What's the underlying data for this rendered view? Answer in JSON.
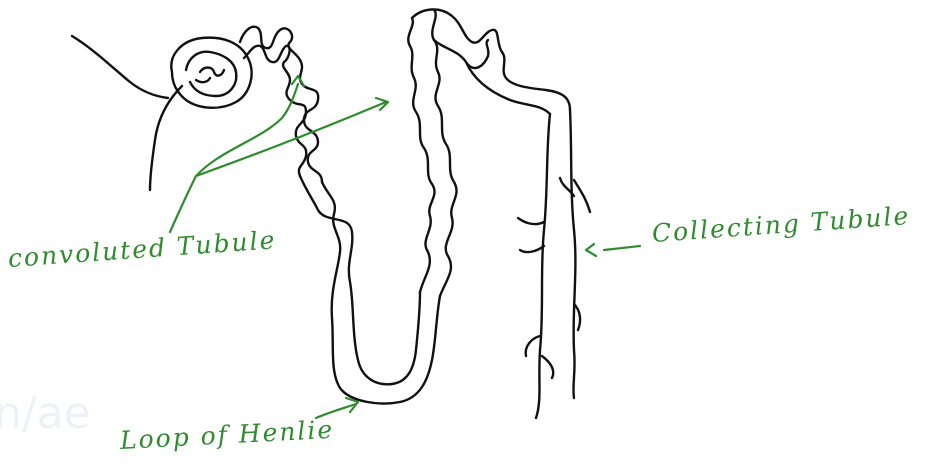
{
  "diagram": {
    "labels": {
      "convoluted_tubule": "convoluted Tubule",
      "collecting_tubule": "Collecting Tubule",
      "loop_of_henle": "Loop of Henlie"
    },
    "watermark": "n/ae",
    "colors": {
      "ink": "#111111",
      "annotation": "#2e8b2e",
      "watermark": "#eef2f6"
    }
  }
}
